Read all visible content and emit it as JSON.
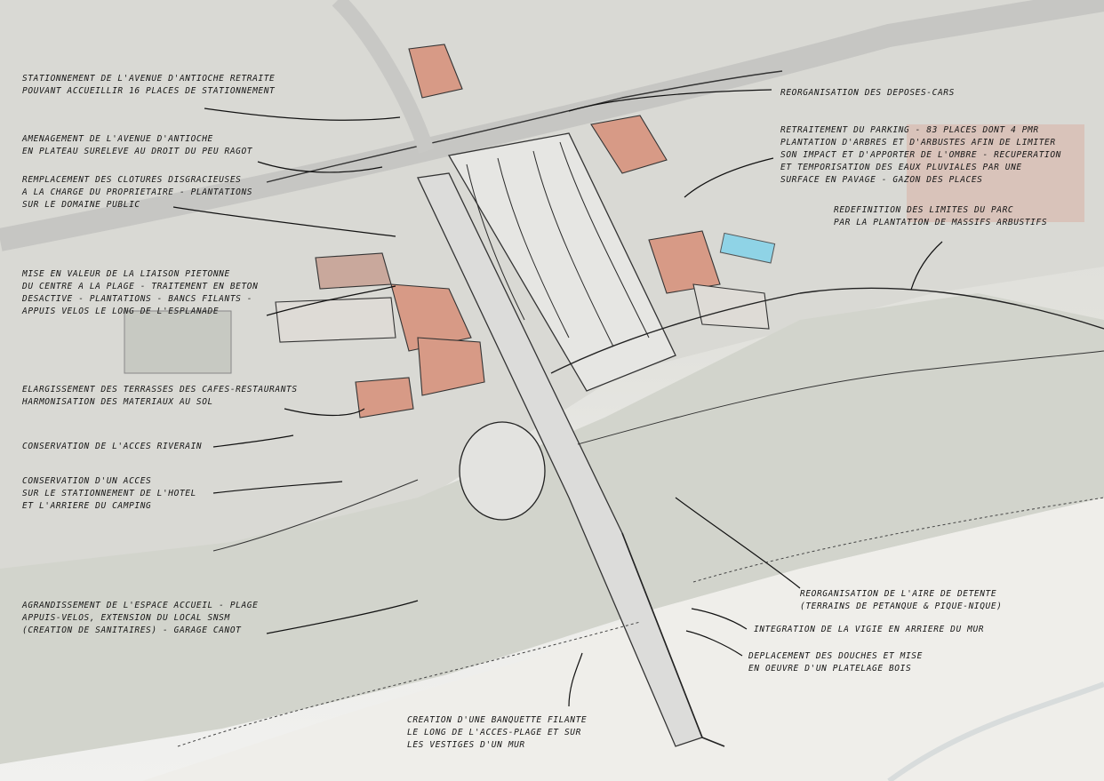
{
  "annotations": {
    "left": [
      [
        "Stationnement de l'avenue d'Antioche retraite",
        "pouvant accueillir 16 places de stationnement"
      ],
      [
        "Amenagement de l'avenue d'Antioche",
        "en plateau sureleve au droit du Peu Ragot"
      ],
      [
        "Remplacement des clotures disgracieuses",
        "a la charge du proprietaire - plantations",
        "sur le domaine public"
      ],
      [
        "Mise en valeur de la liaison pietonne",
        "du centre a la plage - traitement en beton",
        "desactive - plantations - bancs filants -",
        "appuis velos le long de l'esplanade"
      ],
      [
        "Elargissement des terrasses des cafes-restaurants",
        "harmonisation des materiaux au sol"
      ],
      [
        "Conservation de l'acces riverain"
      ],
      [
        "Conservation d'un acces",
        "sur le stationnement de l'hotel",
        "et l'arriere du camping"
      ],
      [
        "Agrandissement de l'espace accueil - plage",
        "appuis-velos, extension du local SNSM",
        "(creation de sanitaires) - garage canot"
      ]
    ],
    "right": [
      [
        "Reorganisation des deposes-cars"
      ],
      [
        "Retraitement du parking - 83 places dont 4 PMR",
        "plantation d'arbres et d'arbustes afin de limiter",
        "son impact et d'apporter de l'ombre - recuperation",
        "et temporisation des eaux pluviales par une",
        "surface en pavage - gazon des places"
      ],
      [
        "Redefinition des limites du parc",
        "par la plantation de massifs arbustifs"
      ],
      [
        "Reorganisation de l'aire de detente",
        "(terrains de petanque & pique-nique)"
      ],
      [
        "Integration de la vigie en arriere du mur"
      ],
      [
        "Deplacement des douches et mise",
        "en oeuvre d'un platelage bois"
      ]
    ],
    "bottom": [
      [
        "Creation d'une banquette filante",
        "le long de l'acces-plage et sur",
        "les vestiges d'un mur"
      ]
    ]
  },
  "colors": {
    "ink": "#151515",
    "roof": "#d79a86",
    "sand": "#efeeea",
    "vegetation": "#cfd1c8",
    "pool": "#8fd3e6"
  }
}
